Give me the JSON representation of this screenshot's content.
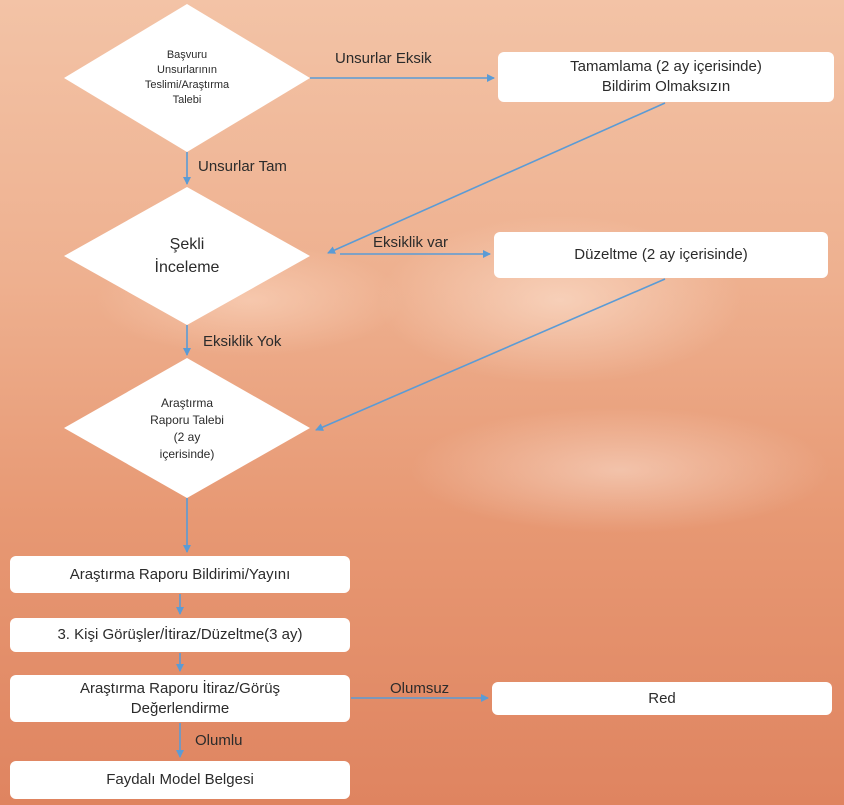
{
  "nodes": {
    "basvuru": [
      "Başvuru",
      "Unsurlarının",
      "Teslimi/Araştırma",
      "Talebi"
    ],
    "tamamlama": [
      "Tamamlama (2 ay içerisinde)",
      "Bildirim Olmaksızın"
    ],
    "sekli": [
      "Şekli",
      "İnceleme"
    ],
    "duzeltme": "Düzeltme (2 ay içerisinde)",
    "arastirma_talebi": [
      "Araştırma",
      "Raporu Talebi",
      "(2 ay",
      "içerisinde)"
    ],
    "bildirim": "Araştırma Raporu Bildirimi/Yayını",
    "ucuncu_kisi": "3. Kişi Görüşler/İtiraz/Düzeltme(3 ay)",
    "degerlendirme": [
      "Araştırma Raporu İtiraz/Görüş",
      "Değerlendirme"
    ],
    "red": "Red",
    "belge": "Faydalı Model Belgesi"
  },
  "edges": {
    "unsurlar_eksik": "Unsurlar Eksik",
    "unsurlar_tam": "Unsurlar Tam",
    "eksiklik_var": "Eksiklik var",
    "eksiklik_yok": "Eksiklik Yok",
    "olumsuz": "Olumsuz",
    "olumlu": "Olumlu"
  },
  "colors": {
    "arrow": "#5b9bd5",
    "box": "#ffffff"
  }
}
